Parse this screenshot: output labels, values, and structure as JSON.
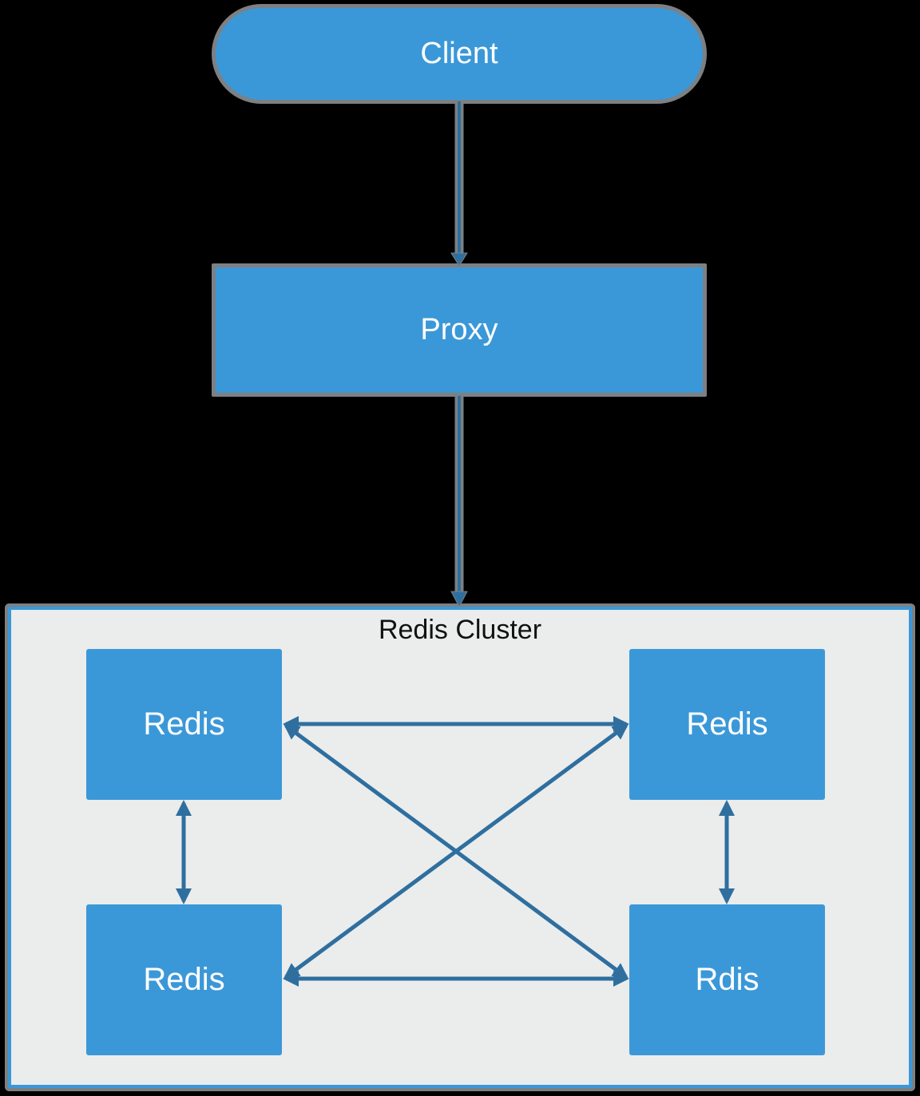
{
  "diagram": {
    "client": {
      "label": "Client"
    },
    "proxy": {
      "label": "Proxy"
    },
    "cluster": {
      "title": "Redis Cluster",
      "nodes": [
        {
          "id": "redis-top-left",
          "label": "Redis"
        },
        {
          "id": "redis-top-right",
          "label": "Redis"
        },
        {
          "id": "redis-bottom-left",
          "label": "Redis"
        },
        {
          "id": "redis-bottom-right",
          "label": "Rdis"
        }
      ]
    },
    "edges": [
      {
        "from": "client",
        "to": "proxy",
        "bidirectional": false
      },
      {
        "from": "proxy",
        "to": "redis-cluster",
        "bidirectional": false
      },
      {
        "from": "redis-top-left",
        "to": "redis-top-right",
        "bidirectional": true
      },
      {
        "from": "redis-bottom-left",
        "to": "redis-bottom-right",
        "bidirectional": true
      },
      {
        "from": "redis-top-left",
        "to": "redis-bottom-left",
        "bidirectional": true
      },
      {
        "from": "redis-top-right",
        "to": "redis-bottom-right",
        "bidirectional": true
      },
      {
        "from": "redis-top-left",
        "to": "redis-bottom-right",
        "bidirectional": true
      },
      {
        "from": "redis-bottom-left",
        "to": "redis-top-right",
        "bidirectional": true
      }
    ]
  },
  "colors": {
    "canvas-bg": "#000000",
    "node-fill": "#3b98d8",
    "node-outline": "#7d8083",
    "node-text": "#ffffff",
    "cluster-fill": "#ebecec",
    "cluster-border": "#3b98d8",
    "cluster-title": "#111111",
    "arrow": "#2e6f9f"
  }
}
